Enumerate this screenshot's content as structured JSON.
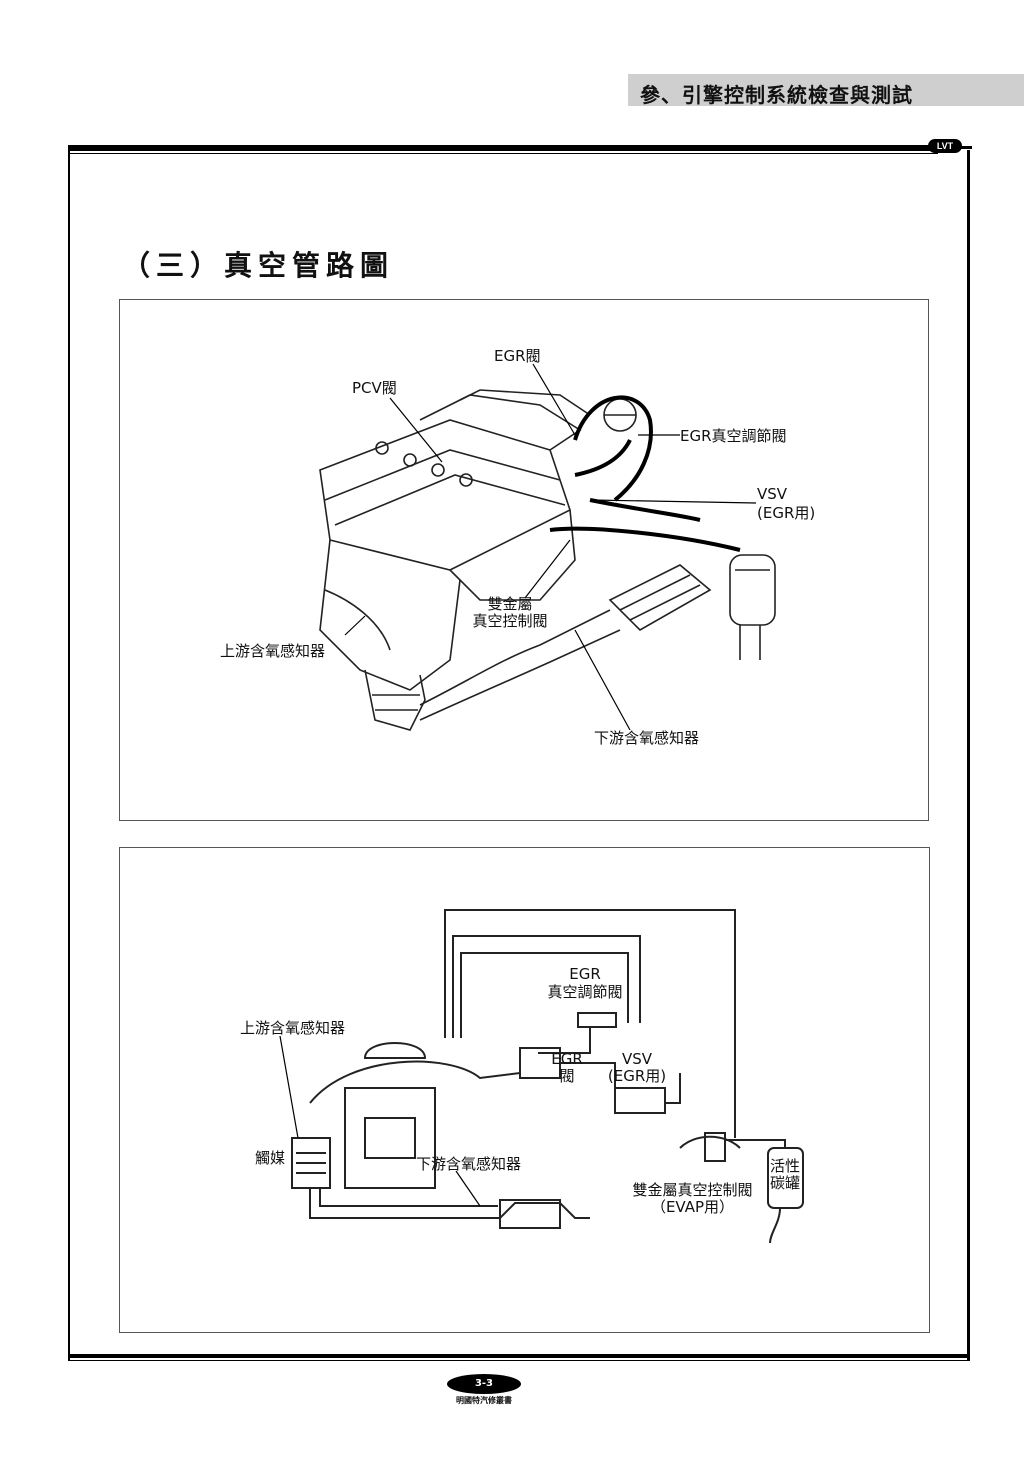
{
  "header": {
    "chapter_title": "參、引擎控制系統檢查與測試",
    "logo": "LVT"
  },
  "section": {
    "heading": "（三）真空管路圖"
  },
  "figure1": {
    "labels": {
      "egr_valve": "EGR閥",
      "pcv_valve": "PCV閥",
      "egr_vacuum_modulator": "EGR真空調節閥",
      "vsv": "VSV",
      "vsv_sub": "(EGR用)",
      "bimetal_line1": "雙金屬",
      "bimetal_line2": "真空控制閥",
      "upstream_o2": "上游含氧感知器",
      "downstream_o2": "下游含氧感知器"
    }
  },
  "figure2": {
    "labels": {
      "egr_mod_line1": "EGR",
      "egr_mod_line2": "真空調節閥",
      "upstream_o2": "上游含氧感知器",
      "egr_valve_line1": "EGR",
      "egr_valve_line2": "閥",
      "vsv_line1": "VSV",
      "vsv_line2": "(EGR用)",
      "catalyst": "觸媒",
      "downstream_o2": "下游含氧感知器",
      "bimetal_line1": "雙金屬真空控制閥",
      "bimetal_line2": "（EVAP用）",
      "canister_line1": "活性",
      "canister_line2": "碳罐"
    }
  },
  "footer": {
    "page_number": "3-3",
    "publisher": "明國特汽修叢書"
  }
}
